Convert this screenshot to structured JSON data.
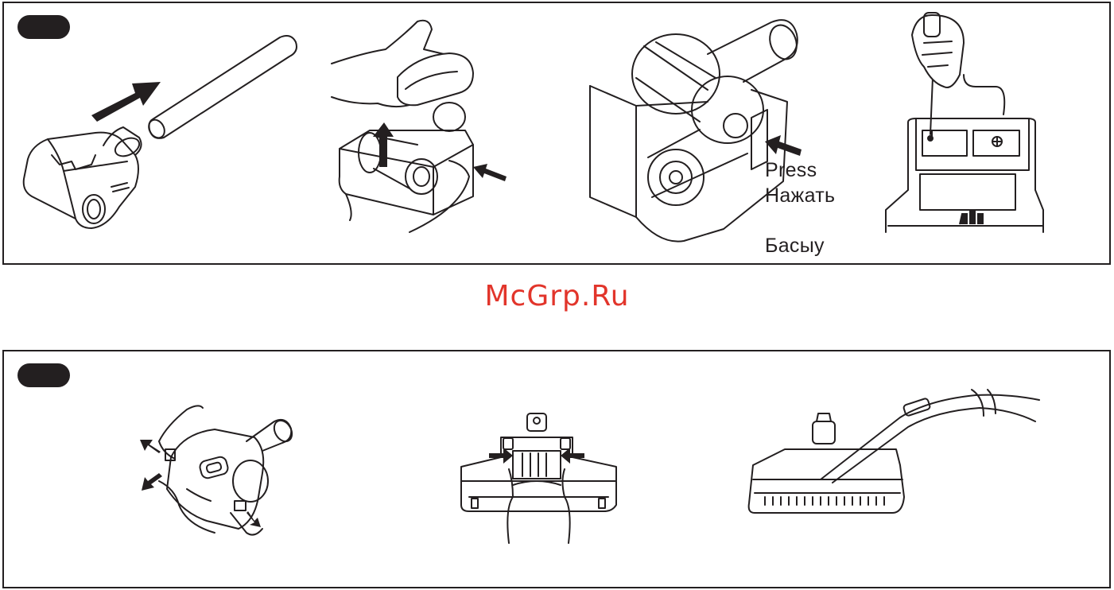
{
  "labels": {
    "press": "Press",
    "press_ru": "Нажать",
    "press_kz": "Басыу"
  },
  "watermark": {
    "text": "McGrp.Ru",
    "color": "#e2352b"
  },
  "colors": {
    "line": "#231f20",
    "badge": "#231f20",
    "background": "#ffffff"
  },
  "icons": [
    "step-badge",
    "arrow-icon",
    "hand-icon",
    "screwdriver-icon"
  ]
}
